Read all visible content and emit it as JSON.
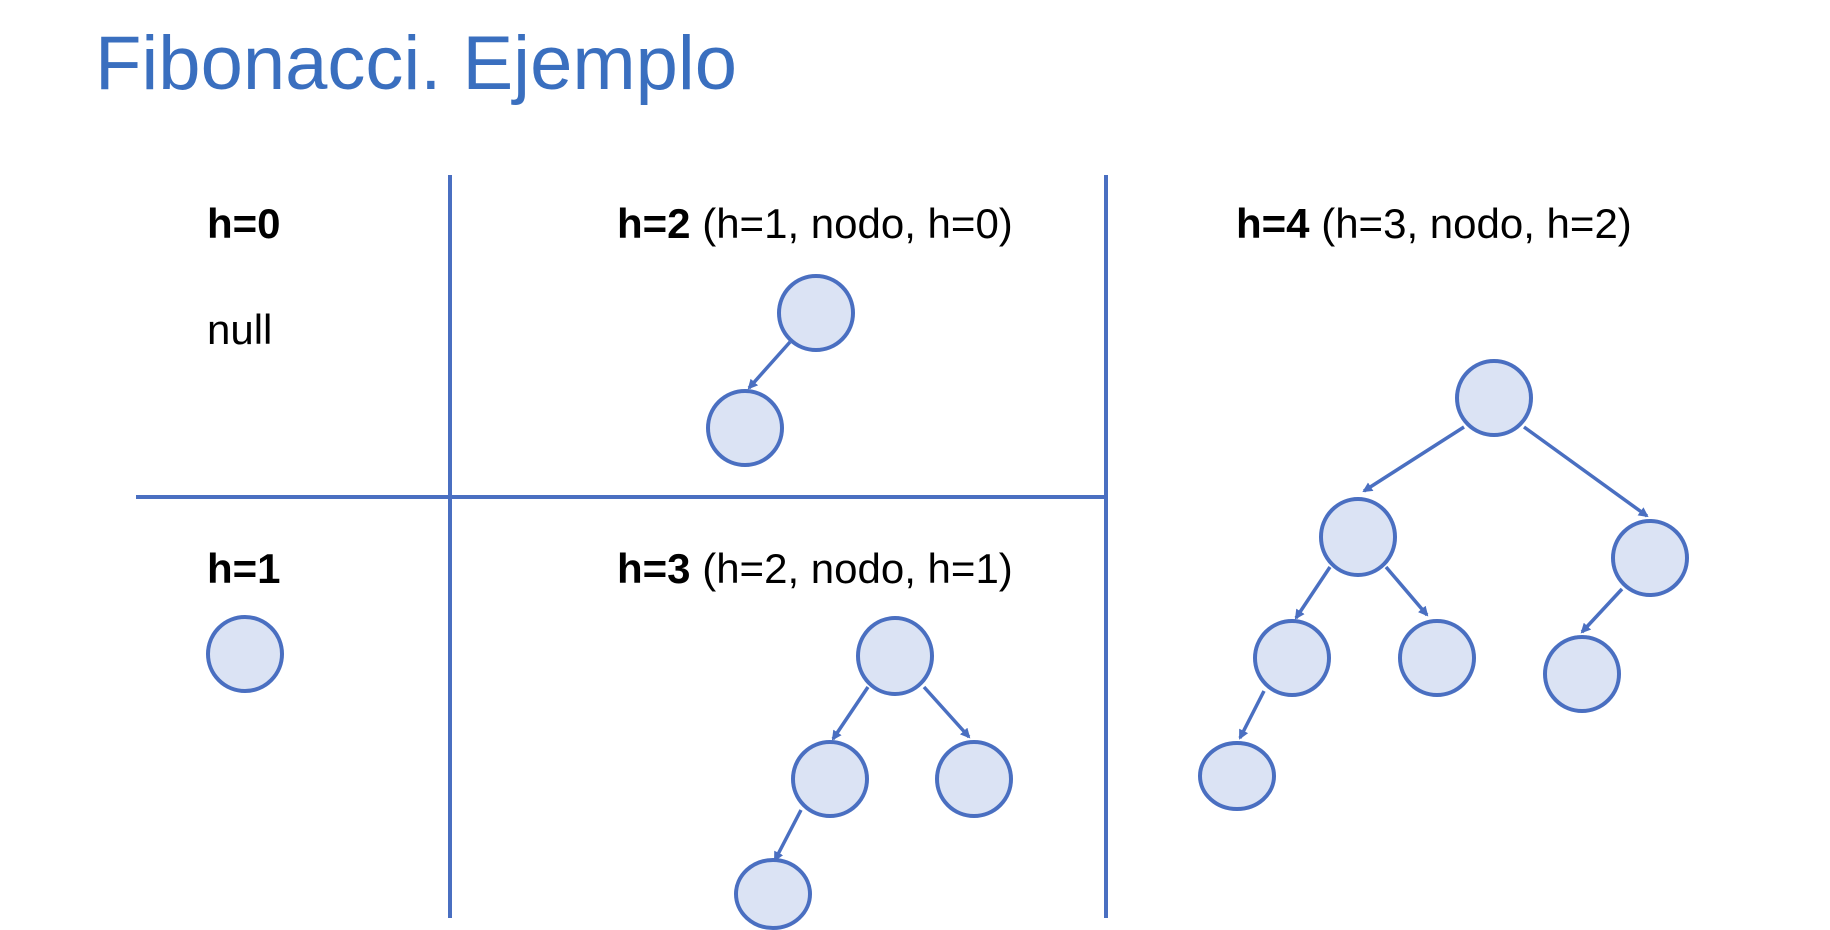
{
  "title": "Fibonacci. Ejemplo",
  "colors": {
    "title": "#3a6fbf",
    "grid_line": "#4a6fc1",
    "node_fill": "#dbe3f4",
    "node_stroke": "#4a6fc1",
    "edge": "#4a6fc1",
    "text": "#000000"
  },
  "cells": {
    "h0": {
      "heading": "h=0",
      "detail": "",
      "note": "null"
    },
    "h1": {
      "heading": "h=1",
      "detail": "",
      "note": ""
    },
    "h2": {
      "heading": "h=2",
      "detail": " (h=1, nodo, h=0)",
      "note": ""
    },
    "h3": {
      "heading": "h=3",
      "detail": " (h=2, nodo, h=1)",
      "note": ""
    },
    "h4": {
      "heading": "h=4",
      "detail": " (h=3, nodo, h=2)",
      "note": ""
    }
  },
  "trees": {
    "h1": {
      "nodes": 1,
      "edges": []
    },
    "h2": {
      "nodes": 2,
      "edges": [
        [
          "root",
          "left"
        ]
      ]
    },
    "h3": {
      "nodes": 4,
      "edges": [
        [
          "root",
          "left"
        ],
        [
          "root",
          "right"
        ],
        [
          "left",
          "left-left"
        ]
      ]
    },
    "h4": {
      "nodes": 7,
      "edges": [
        [
          "root",
          "left"
        ],
        [
          "root",
          "right"
        ],
        [
          "left",
          "left-left"
        ],
        [
          "left",
          "left-right"
        ],
        [
          "right",
          "right-left"
        ],
        [
          "left-left",
          "left-left-left"
        ]
      ]
    }
  }
}
